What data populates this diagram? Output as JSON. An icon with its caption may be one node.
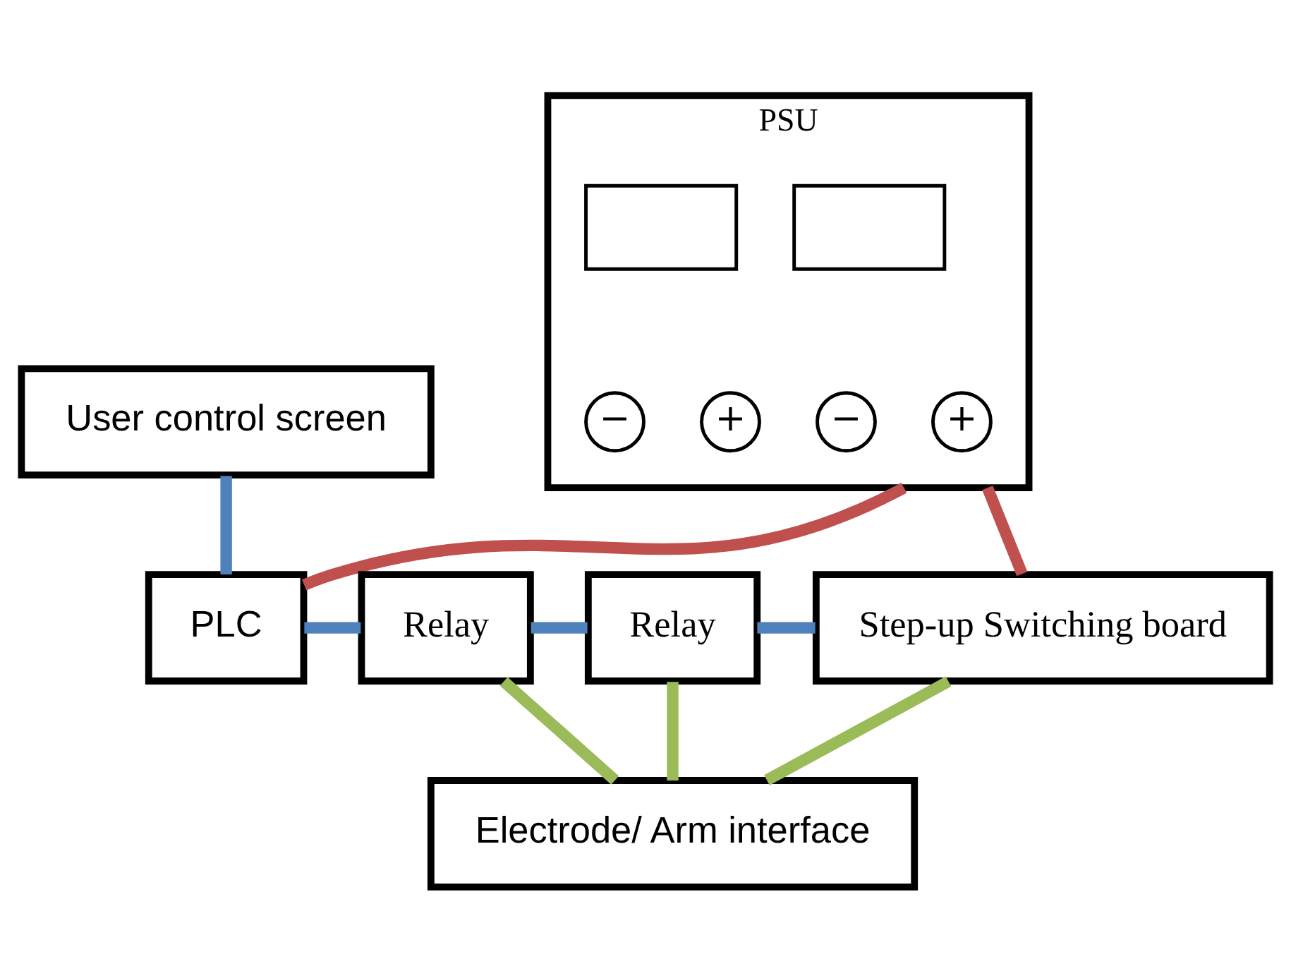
{
  "diagram": {
    "nodes": [
      {
        "text": [
          "User control screen"
        ]
      },
      {
        "text": [
          "PSU"
        ]
      },
      {
        "text": [],
        "shape": "box",
        "in": 1
      },
      {
        "text": [],
        "shape": "box",
        "in": 1
      },
      {
        "text": [
          "−"
        ],
        "in": 1
      },
      {
        "text": [
          "+"
        ],
        "in": 1
      },
      {
        "text": [
          "−"
        ],
        "in": 1
      },
      {
        "text": [
          "+"
        ],
        "in": 1
      },
      {
        "text": [
          "PLC"
        ]
      },
      {
        "text": [
          "Relay"
        ]
      },
      {
        "text": [
          "Relay"
        ]
      },
      {
        "text": [
          "Step-up Switching board"
        ]
      },
      {
        "text": [
          "Electrode/ Arm interface"
        ]
      }
    ],
    "edges": [
      {
        "from": 0,
        "to": 8,
        "arrow": "none",
        "color": "#4f81bd"
      },
      {
        "from": 1,
        "to": 8,
        "arrow": "none",
        "color": "#c0504d"
      },
      {
        "from": 1,
        "to": 11,
        "arrow": "none",
        "color": "#c0504d"
      },
      {
        "from": 8,
        "to": 9,
        "arrow": "none",
        "color": "#4f81bd"
      },
      {
        "from": 9,
        "to": 10,
        "arrow": "none",
        "color": "#4f81bd"
      },
      {
        "from": 10,
        "to": 11,
        "arrow": "none",
        "color": "#4f81bd"
      },
      {
        "from": 9,
        "to": 12,
        "arrow": "none",
        "color": "#9bbb59"
      },
      {
        "from": 10,
        "to": 12,
        "arrow": "none",
        "color": "#9bbb59"
      },
      {
        "from": 11,
        "to": 12,
        "arrow": "none",
        "color": "#9bbb59"
      }
    ]
  }
}
